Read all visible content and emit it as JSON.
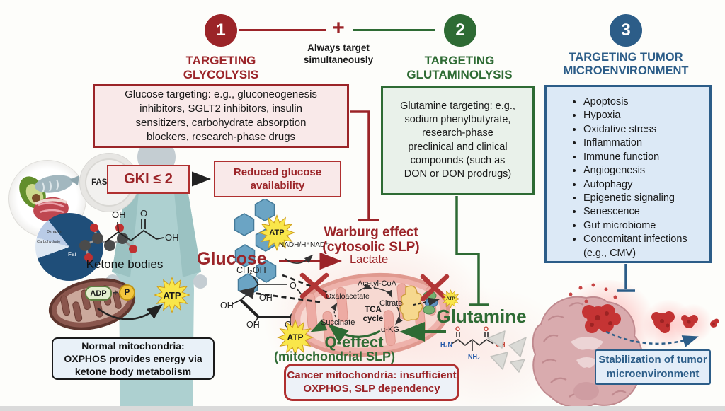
{
  "palette": {
    "red": "#9b2428",
    "green": "#2e6b34",
    "blue": "#2c5d88",
    "pink_bg": "#f9e9e9",
    "green_bg": "#e9f1ea",
    "blue_bg": "#dce9f6",
    "atp_yellow": "#f9e64a"
  },
  "header": {
    "step1_number": "1",
    "step1_title": "TARGETING\nGLYCOLYSIS",
    "plus": "+",
    "connector_label": "Always target\nsimultaneously",
    "step2_number": "2",
    "step2_title": "TARGETING\nGLUTAMINOLYSIS",
    "step3_number": "3",
    "step3_title": "TARGETING TUMOR\nMICROENVIRONMENT"
  },
  "boxes": {
    "glycolysis": "Glucose targeting: e.g., gluconeogenesis\ninhibitors, SGLT2 inhibitors, insulin\nsensitizers, carbohydrate absorption\nblockers, research-phase drugs",
    "glutaminolysis": "Glutamine targeting: e.g.,\nsodium phenylbutyrate,\nresearch-phase\npreclinical and clinical\ncompounds (such as\nDON or DON prodrugs)",
    "tme_items": [
      "Apoptosis",
      "Hypoxia",
      "Oxidative stress",
      "Inflammation",
      "Immune function",
      "Angiogenesis",
      "Autophagy",
      "Epigenetic signaling",
      "Senescence",
      "Gut microbiome",
      "Concomitant infections (e.g., CMV)"
    ],
    "cancer_mito": "Cancer mitochondria: insufficient\nOXPHOS, SLP dependency",
    "normal_mito": "Normal mitochondria:\nOXPHOS provides energy via\nketone body metabolism",
    "stabilization": "Stabilization of tumor\nmicroenvironment"
  },
  "gki": {
    "label": "GKI ≤ 2",
    "result": "Reduced glucose\navailability"
  },
  "diet": {
    "fasting": "FASTING",
    "pie_fat": "Fat",
    "pie_protein": "Protein",
    "pie_carb": "Carbohydrate",
    "ketone_label": "Ketone bodies"
  },
  "glycolysis": {
    "glucose": "Glucose",
    "nadh": "NADH/H⁺",
    "nad": "NAD⁺",
    "lactate": "Lactate",
    "warburg": "Warburg effect\n(cytosolic SLP)"
  },
  "tca": {
    "acetyl_coa": "Acetyl-CoA",
    "oxaloacetate": "Oxaloacetate",
    "citrate": "Citrate",
    "cycle": "TCA\ncycle",
    "succinate": "Succinate",
    "akg": "α-KG"
  },
  "qeffect": {
    "line1": "Q-effect",
    "line2": "(mitochondrial SLP)"
  },
  "glutamine_label": "Glutamine",
  "energy": {
    "atp": "ATP",
    "adp": "ADP",
    "p": "P",
    "plus": "+"
  },
  "chem": {
    "ch2oh": "CH₂OH",
    "oh": "OH",
    "o": "O",
    "h2n": "H₂N",
    "nh2": "NH₂"
  }
}
